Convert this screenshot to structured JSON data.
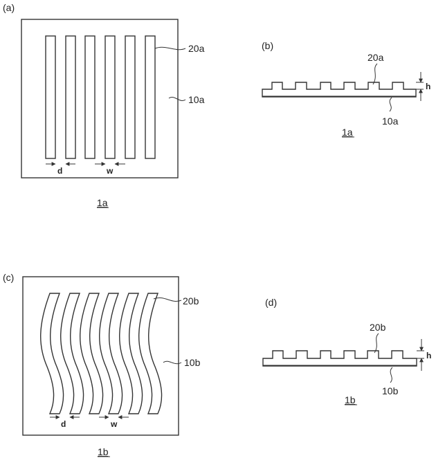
{
  "panels": {
    "a": {
      "label": "(a)",
      "caption": "1a",
      "electrode_label": "20a",
      "substrate_label": "10a",
      "dim_d": "d",
      "dim_w": "w"
    },
    "b": {
      "label": "(b)",
      "caption": "1a",
      "electrode_label": "20a",
      "substrate_label": "10a",
      "dim_h": "h"
    },
    "c": {
      "label": "(c)",
      "caption": "1b",
      "electrode_label": "20b",
      "substrate_label": "10b",
      "dim_d": "d",
      "dim_w": "w"
    },
    "d": {
      "label": "(d)",
      "caption": "1b",
      "electrode_label": "20b",
      "substrate_label": "10b",
      "dim_h": "h"
    }
  }
}
